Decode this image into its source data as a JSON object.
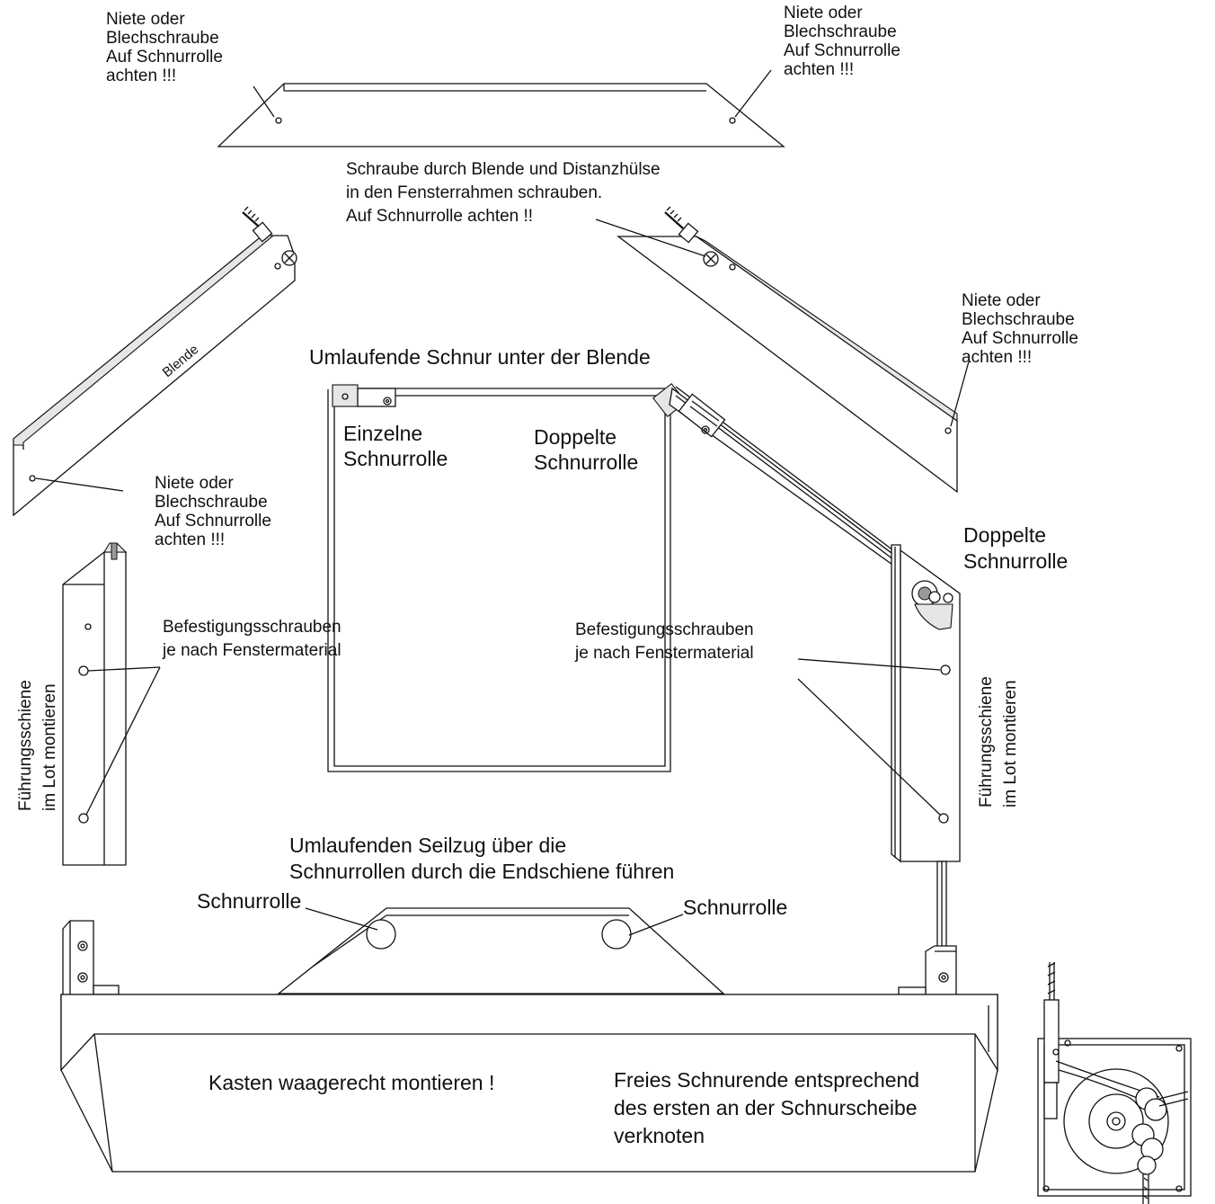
{
  "notes": {
    "rivet_top_left": [
      "Niete oder",
      "Blechschraube",
      "Auf Schnurrolle",
      "achten !!!"
    ],
    "rivet_top_right": [
      "Niete oder",
      "Blechschraube",
      "Auf Schnurrolle",
      "achten !!!"
    ],
    "rivet_right": [
      "Niete oder",
      "Blechschraube",
      "Auf Schnurrolle",
      "achten !!!"
    ],
    "rivet_left": [
      "Niete oder",
      "Blechschraube",
      "Auf Schnurrolle",
      "achten !!!"
    ],
    "screw": [
      "Schraube durch Blende und Distanzhülse",
      "in den Fensterrahmen schrauben.",
      "Auf Schnurrolle achten !!"
    ],
    "fixing_screws_left": [
      "Befestigungsschrauben",
      "je nach Fenstermaterial"
    ],
    "fixing_screws_right": [
      "Befestigungsschrauben",
      "je nach Fenstermaterial"
    ]
  },
  "labels": {
    "blende": "Blende",
    "cord_title": "Umlaufende Schnur unter der Blende",
    "single_pulley": [
      "Einzelne",
      "Schnurrolle"
    ],
    "double_pulley_center": [
      "Doppelte",
      "Schnurrolle"
    ],
    "double_pulley_right": [
      "Doppelte",
      "Schnurrolle"
    ],
    "guide_rail_left": [
      "Führungsschiene",
      "im Lot montieren"
    ],
    "guide_rail_right": [
      "Führungsschiene",
      "im Lot montieren"
    ],
    "cable_instruction": [
      "Umlaufenden Seilzug über die",
      "Schnurrollen durch die Endschiene führen"
    ],
    "pulley_left": "Schnurrolle",
    "pulley_right": "Schnurrolle",
    "box_instruction": "Kasten waagerecht montieren !",
    "knot_instruction": [
      "Freies Schnurende entsprechend",
      "des ersten an der Schnurscheibe",
      "verknoten"
    ]
  }
}
